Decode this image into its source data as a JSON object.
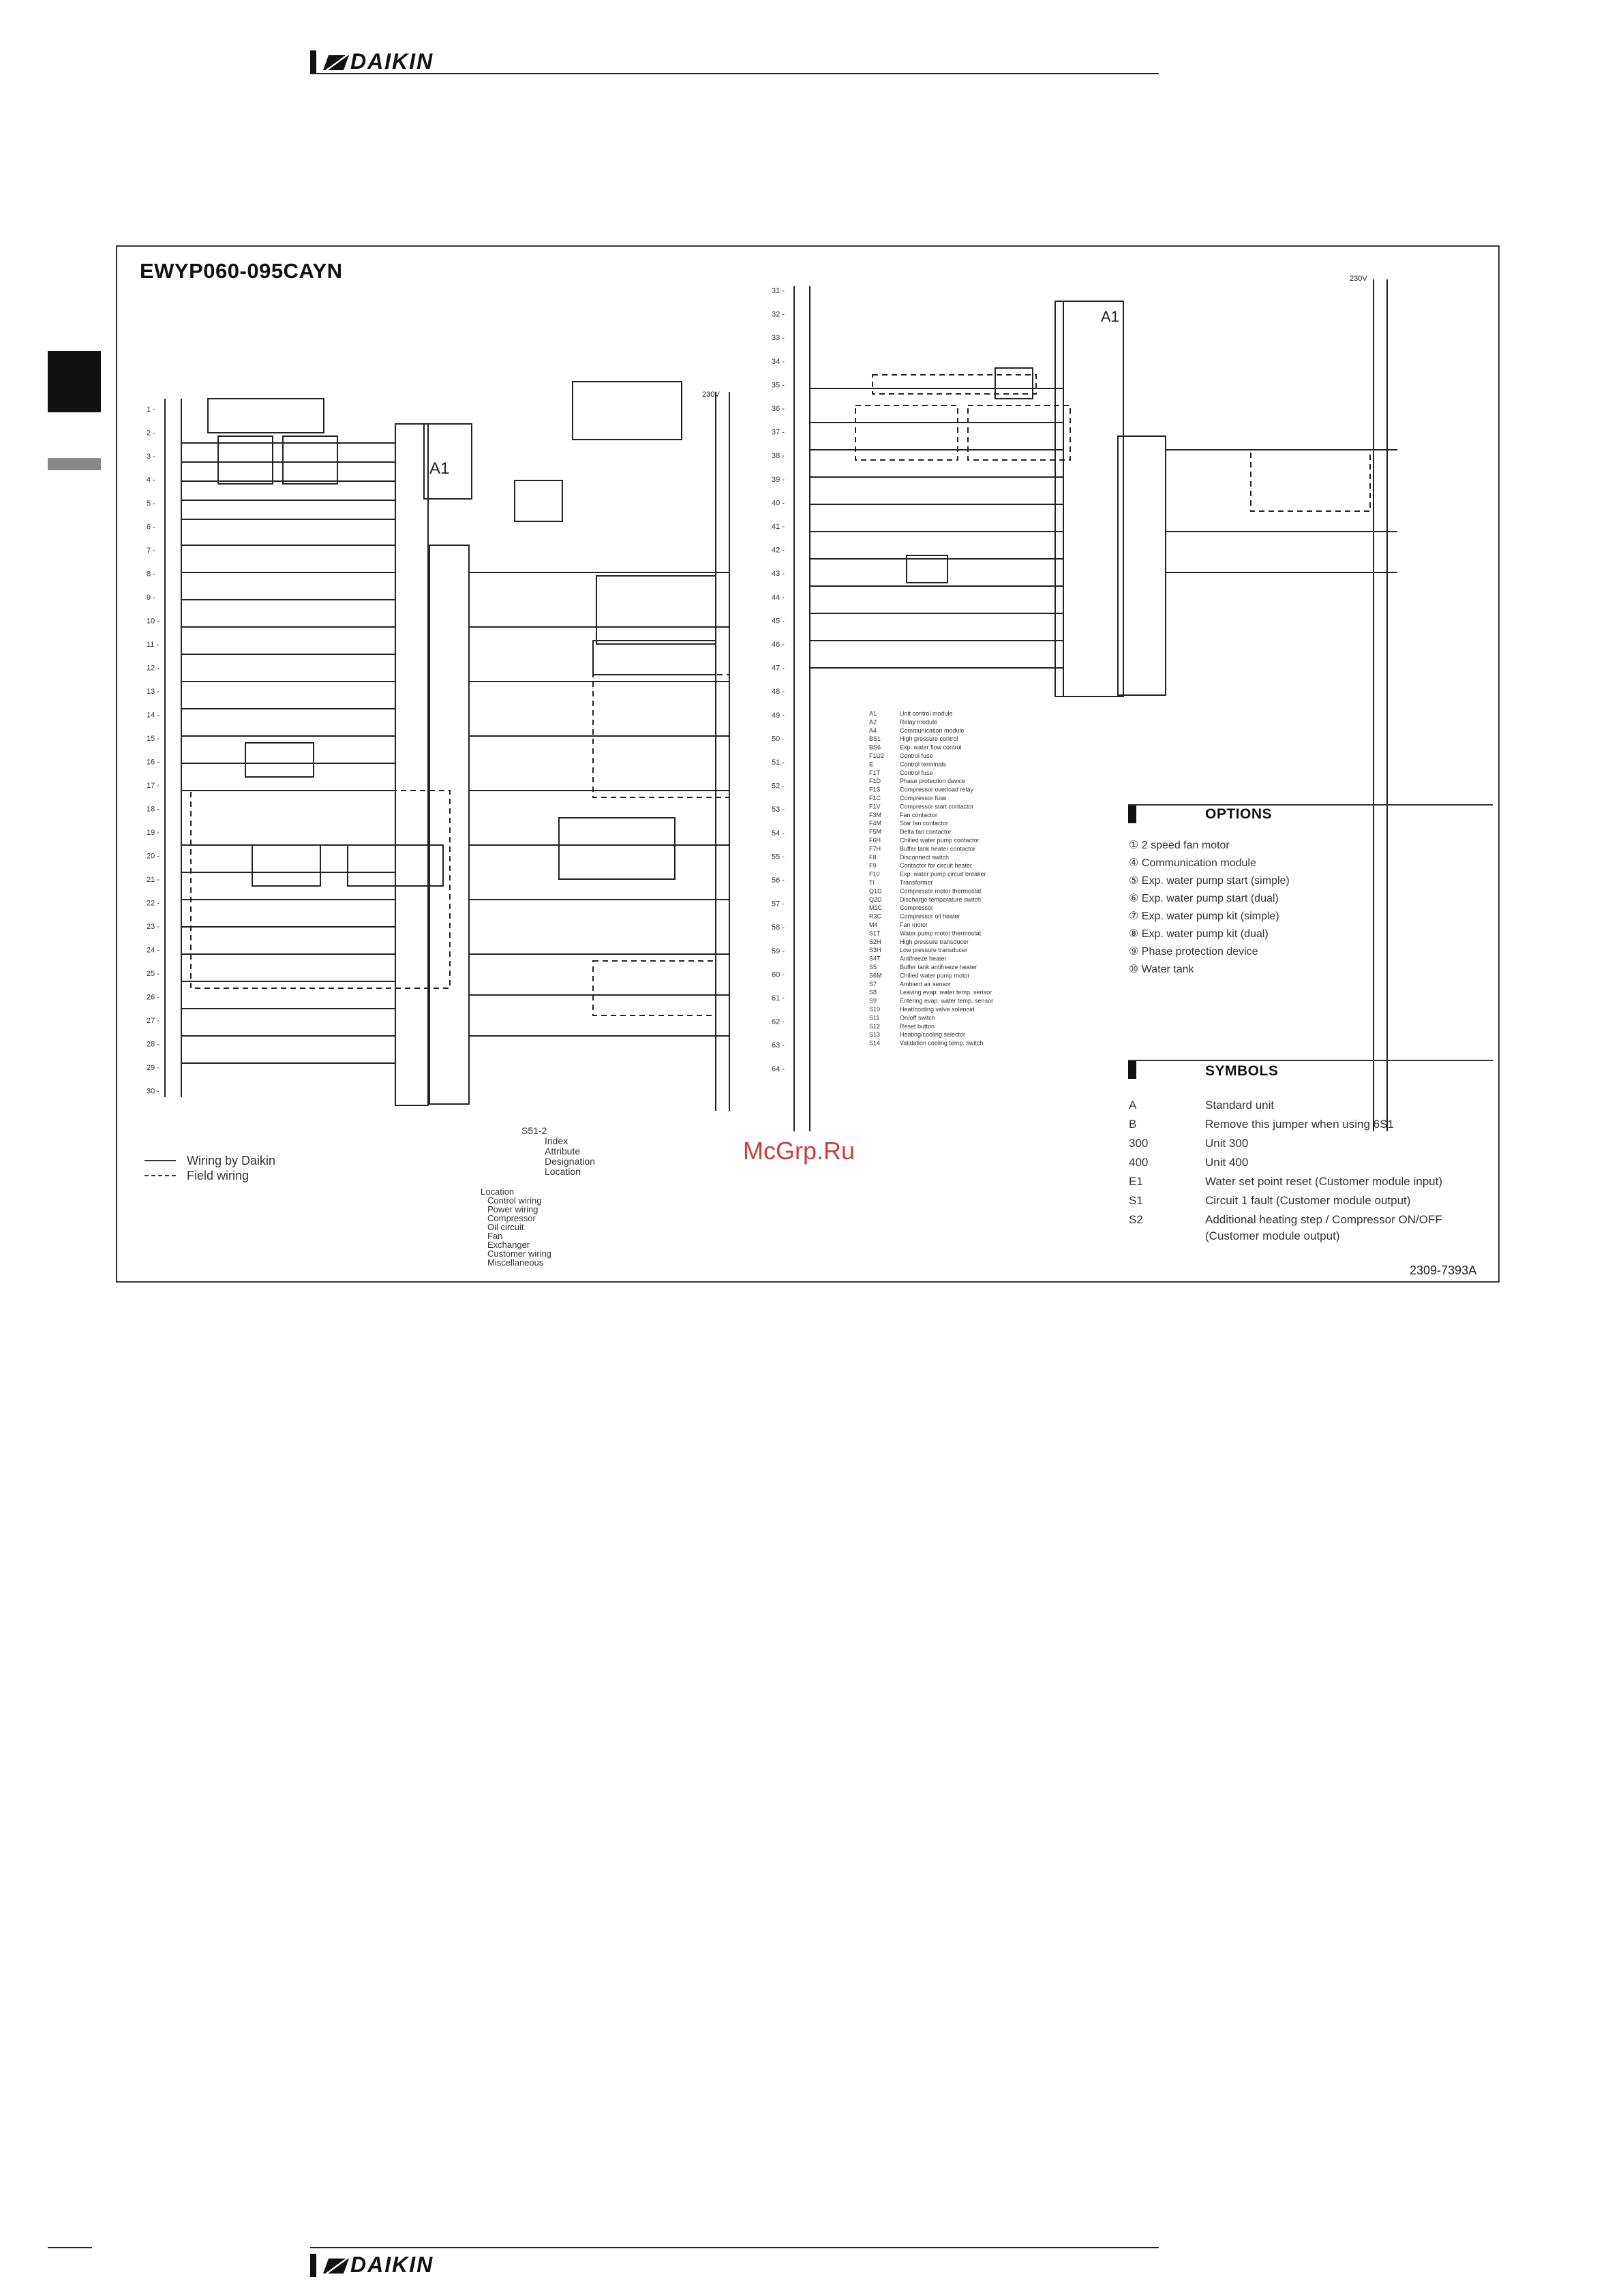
{
  "header": {
    "brand": "DAIKIN"
  },
  "footer": {
    "brand": "DAIKIN"
  },
  "diagram": {
    "title": "EWYP060-095CAYN",
    "module_label": "A1",
    "module_label_right": "A1",
    "voltage_left": "230V",
    "voltage_right": "230V",
    "doc_number": "2309-7393A",
    "watermark": "McGrp.Ru"
  },
  "wiring_legend": {
    "by_daikin": "Wiring by Daikin",
    "field": "Field wiring"
  },
  "index_key": {
    "code": "S51-2",
    "lines": [
      "Index",
      "Attribute",
      "Designation",
      "Location"
    ]
  },
  "location_key": {
    "heading": "Location",
    "lines": [
      "Control wiring",
      "Power wiring",
      "Compressor",
      "Oil circuit",
      "Fan",
      "Exchanger",
      "Customer wiring",
      "Miscellaneous"
    ]
  },
  "options": {
    "title": "OPTIONS",
    "items": [
      "① 2 speed fan motor",
      "④ Communication module",
      "⑤ Exp. water pump start (simple)",
      "⑥ Exp. water pump start (dual)",
      "⑦ Exp. water pump kit (simple)",
      "⑧ Exp. water pump kit (dual)",
      "⑨ Phase protection device",
      "⑩ Water tank"
    ]
  },
  "symbols": {
    "title": "SYMBOLS",
    "items": [
      {
        "key": "A",
        "value": "Standard unit"
      },
      {
        "key": "B",
        "value": "Remove this jumper when using 6S1"
      },
      {
        "key": "300",
        "value": "Unit 300"
      },
      {
        "key": "400",
        "value": "Unit 400"
      },
      {
        "key": "E1",
        "value": "Water set point reset (Customer module input)"
      },
      {
        "key": "S1",
        "value": "Circuit 1 fault (Customer module output)"
      },
      {
        "key": "S2",
        "value": "Additional heating step / Compressor ON/OFF"
      },
      {
        "key": "",
        "value": "(Customer module output)"
      }
    ]
  },
  "left_row_numbers": [
    "1",
    "2",
    "3",
    "4",
    "5",
    "6",
    "7",
    "8",
    "9",
    "10",
    "11",
    "12",
    "13",
    "14",
    "15",
    "16",
    "17",
    "18",
    "19",
    "20",
    "21",
    "22",
    "23",
    "24",
    "25",
    "26",
    "27",
    "28",
    "29",
    "30"
  ],
  "right_row_numbers": [
    "31",
    "32",
    "33",
    "34",
    "35",
    "36",
    "37",
    "38",
    "39",
    "40",
    "41",
    "42",
    "43",
    "44",
    "45",
    "46",
    "47",
    "48",
    "49",
    "50",
    "51",
    "52",
    "53",
    "54",
    "55",
    "56",
    "57",
    "58",
    "59",
    "60",
    "61",
    "62",
    "63",
    "64"
  ],
  "parts_list": [
    {
      "code": "A1",
      "desc": "Unit control module"
    },
    {
      "code": "A2",
      "desc": "Relay module"
    },
    {
      "code": "A4",
      "desc": "Communication module"
    },
    {
      "code": "BS1",
      "desc": "High pressure control"
    },
    {
      "code": "BS6",
      "desc": "Exp. water flow control"
    },
    {
      "code": "F1U2",
      "desc": "Control fuse"
    },
    {
      "code": "E",
      "desc": "Control terminals"
    },
    {
      "code": "F1T",
      "desc": "Control fuse"
    },
    {
      "code": "F1D",
      "desc": "Phase protection device"
    },
    {
      "code": "F1S",
      "desc": "Compressor overload relay"
    },
    {
      "code": "F1C",
      "desc": "Compressor fuse"
    },
    {
      "code": "F1V",
      "desc": "Compressor start contactor"
    },
    {
      "code": "F3M",
      "desc": "Fan contactor"
    },
    {
      "code": "F4M",
      "desc": "Star fan contactor"
    },
    {
      "code": "F5M",
      "desc": "Delta fan contactor"
    },
    {
      "code": "F6H",
      "desc": "Chilled water pump contactor"
    },
    {
      "code": "F7H",
      "desc": "Buffer tank heater contactor"
    },
    {
      "code": "F8",
      "desc": "Disconnect switch"
    },
    {
      "code": "F9",
      "desc": "Contactor for circuit heater"
    },
    {
      "code": "F10",
      "desc": "Exp. water pump circuit breaker"
    },
    {
      "code": "TI",
      "desc": "Transformer"
    },
    {
      "code": "Q1D",
      "desc": "Compressor motor thermostat"
    },
    {
      "code": "Q2D",
      "desc": "Discharge temperature switch"
    },
    {
      "code": "M1C",
      "desc": "Compressor"
    },
    {
      "code": "R3C",
      "desc": "Compressor oil heater"
    },
    {
      "code": "M4",
      "desc": "Fan motor"
    },
    {
      "code": "S1T",
      "desc": "Water pump motor thermostat"
    },
    {
      "code": "S2H",
      "desc": "High pressure transducer"
    },
    {
      "code": "S3H",
      "desc": "Low pressure transducer"
    },
    {
      "code": "S4T",
      "desc": "Antifreeze heater"
    },
    {
      "code": "S5",
      "desc": "Buffer tank antifreeze heater"
    },
    {
      "code": "S6M",
      "desc": "Chilled water pump motor"
    },
    {
      "code": "S7",
      "desc": "Ambient air sensor"
    },
    {
      "code": "S8",
      "desc": "Leaving evap. water temp. sensor"
    },
    {
      "code": "S9",
      "desc": "Entering evap. water temp. sensor"
    },
    {
      "code": "S10",
      "desc": "Heat/cooling valve solenoid"
    },
    {
      "code": "S11",
      "desc": "On/off switch"
    },
    {
      "code": "S12",
      "desc": "Reset button"
    },
    {
      "code": "S13",
      "desc": "Heating/cooling selector"
    },
    {
      "code": "S14",
      "desc": "Validation cooling temp. switch"
    }
  ]
}
